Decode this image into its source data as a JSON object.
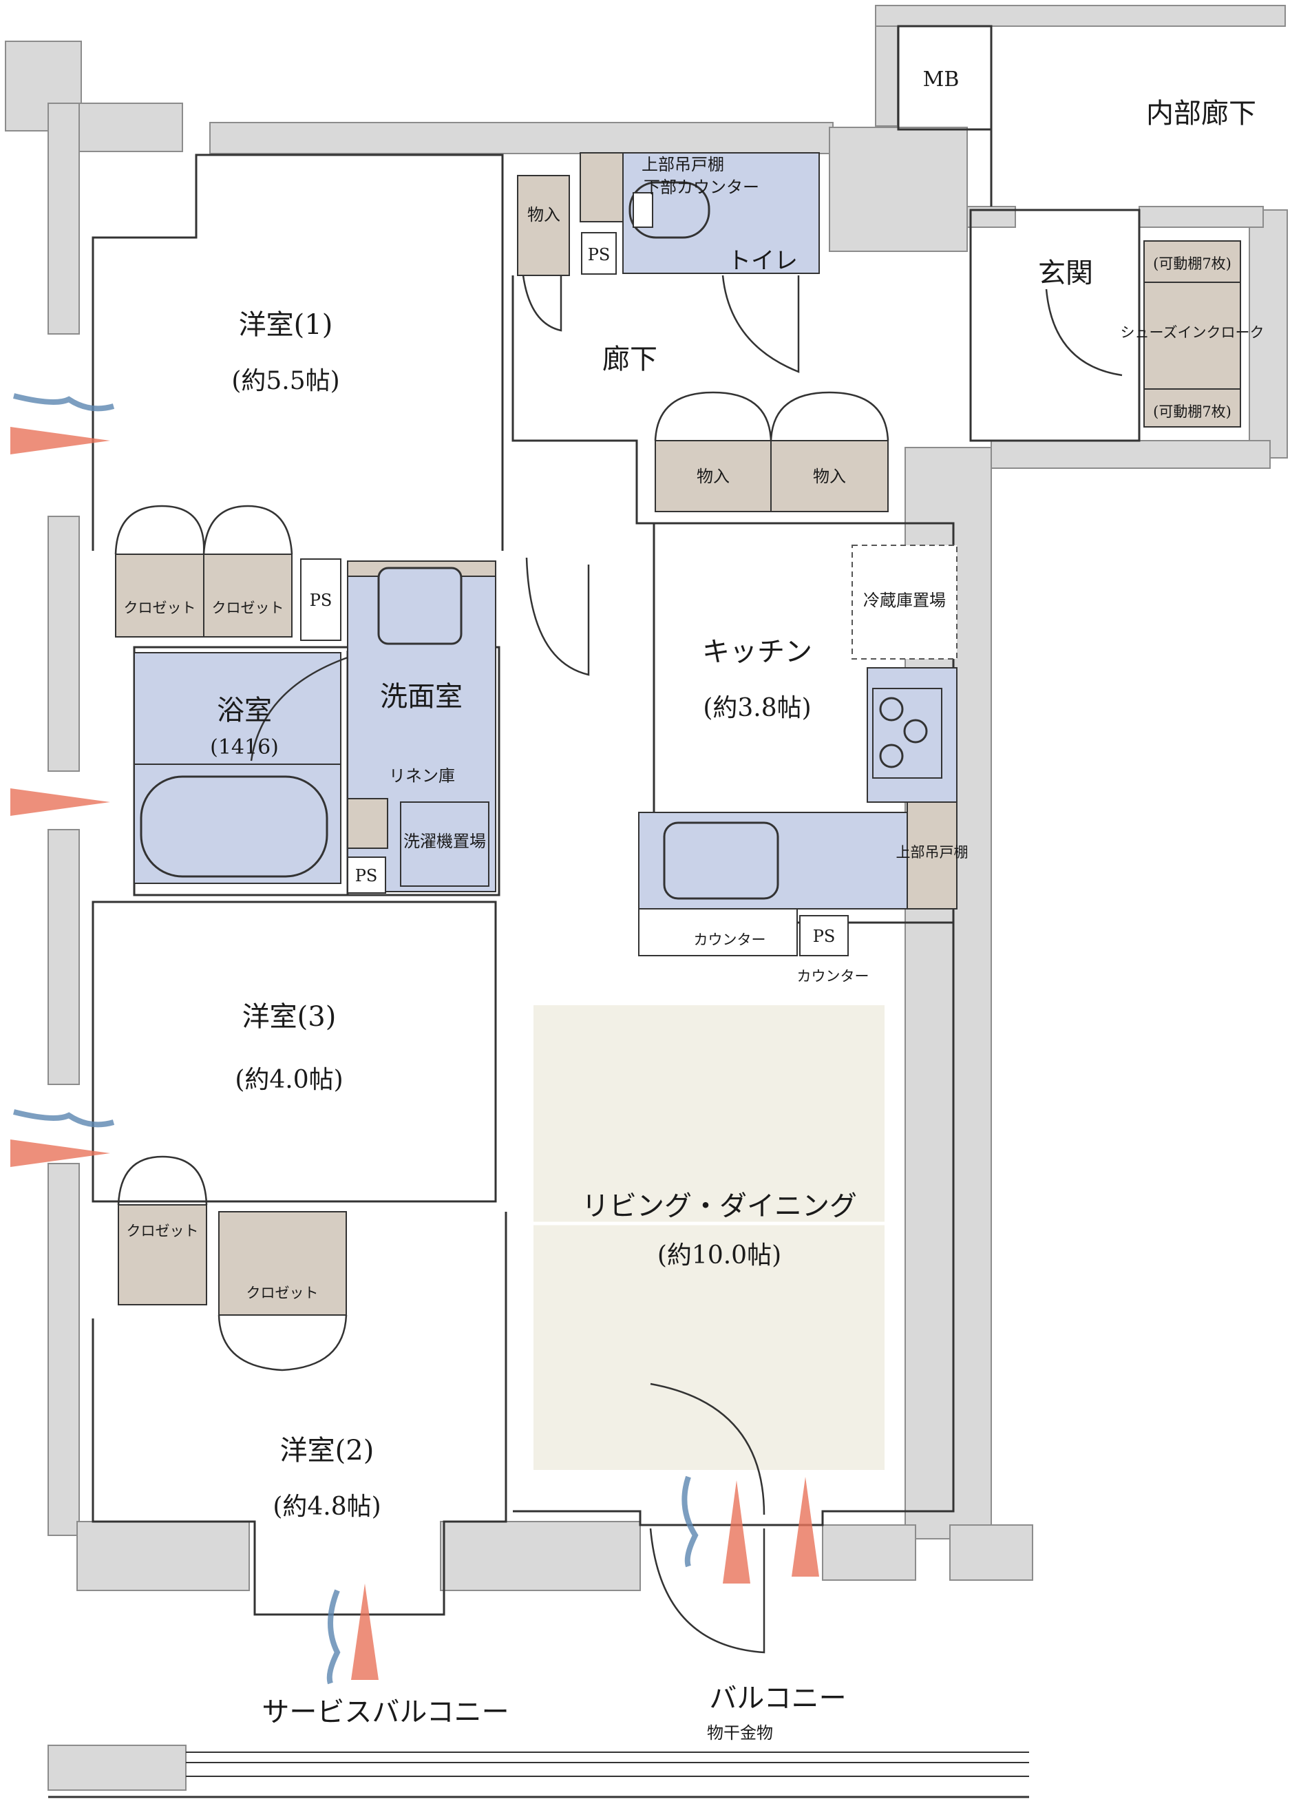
{
  "colors": {
    "wall": "#d9d9d9",
    "wall_edge": "#8c8c8c",
    "storage": "#d6cdc2",
    "water": "#c9d2e8",
    "living": "#f2f0e6",
    "line": "#333333",
    "airflow_warm": "#e9735a",
    "airflow_cool": "#5b86b0"
  },
  "rooms": {
    "western1": {
      "name": "洋室(1)",
      "area": "(約5.5帖)"
    },
    "western2": {
      "name": "洋室(2)",
      "area": "(約4.8帖)"
    },
    "western3": {
      "name": "洋室(3)",
      "area": "(約4.0帖)"
    },
    "kitchen": {
      "name": "キッチン",
      "area": "(約3.8帖)"
    },
    "living": {
      "name": "リビング・ダイニング",
      "area": "(約10.0帖)"
    },
    "bath": {
      "name": "浴室",
      "size": "(1416)"
    },
    "washroom": {
      "name": "洗面室"
    },
    "toilet": {
      "name": "トイレ"
    },
    "corridor": {
      "name": "廊下"
    },
    "entrance": {
      "name": "玄関"
    },
    "inner_corridor": {
      "name": "内部廊下"
    },
    "balcony": {
      "name": "バルコニー"
    },
    "service_balcony": {
      "name": "サービスバルコニー"
    }
  },
  "labels": {
    "mb": "MB",
    "storage": "物入",
    "closet": "クロゼット",
    "ps": "PS",
    "upper_cabinet": "上部吊戸棚",
    "lower_counter": "下部カウンター",
    "shoe_closet": "シューズインクローク",
    "movable_shelf": "(可動棚7枚)",
    "fridge": "冷蔵庫置場",
    "linen": "リネン庫",
    "washer": "洗濯機置場",
    "counter": "カウンター",
    "kitchen_cabinet": "上部吊戸棚",
    "drying_hardware": "物干金物"
  }
}
